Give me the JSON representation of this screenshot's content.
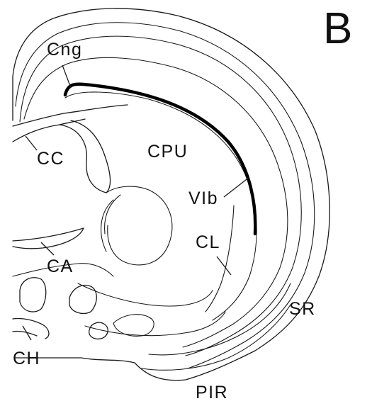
{
  "figure": {
    "panel_letter": "B",
    "labels": {
      "cng": "Cng",
      "cc": "CC",
      "cpu": "CPU",
      "vib": "VIb",
      "cl": "CL",
      "ca": "CA",
      "sr": "SR",
      "ch": "CH",
      "pir": "PIR"
    }
  }
}
